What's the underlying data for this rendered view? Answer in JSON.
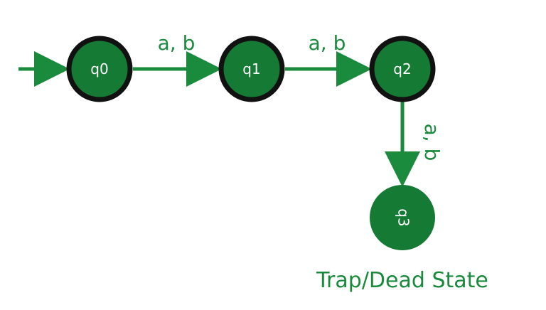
{
  "colors": {
    "state_fill": "#147a34",
    "state_border": "#111111",
    "edge": "#1a8a3c",
    "label": "#ffffff",
    "text": "#1a8a3c"
  },
  "states": {
    "q0": "q0",
    "q1": "q1",
    "q2": "q2",
    "q3": "q3"
  },
  "transitions": {
    "q0_q1": "a, b",
    "q1_q2": "a, b",
    "q2_q3": "a, b"
  },
  "caption": "Trap/Dead State"
}
